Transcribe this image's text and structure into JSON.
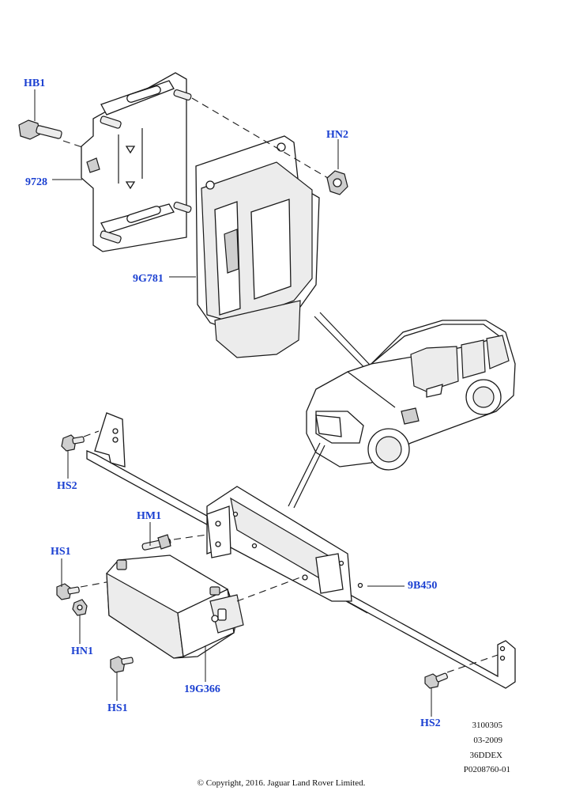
{
  "labels": {
    "hb1": "HB1",
    "p9728": "9728",
    "hn2": "HN2",
    "p9g781": "9G781",
    "hs2_left": "HS2",
    "hm1": "HM1",
    "hs1_upper": "HS1",
    "hn1": "HN1",
    "hs1_lower": "HS1",
    "p19g366": "19G366",
    "p9b450": "9B450",
    "hs2_right": "HS2"
  },
  "meta": {
    "line1": "3100305",
    "line2": "03-2009",
    "line3": "36DDEX",
    "line4": "P0208760-01"
  },
  "copyright": "© Copyright, 2016. Jaguar Land Rover Limited.",
  "colors": {
    "callout": "#1a3fd1",
    "line": "#1a1a1a"
  }
}
